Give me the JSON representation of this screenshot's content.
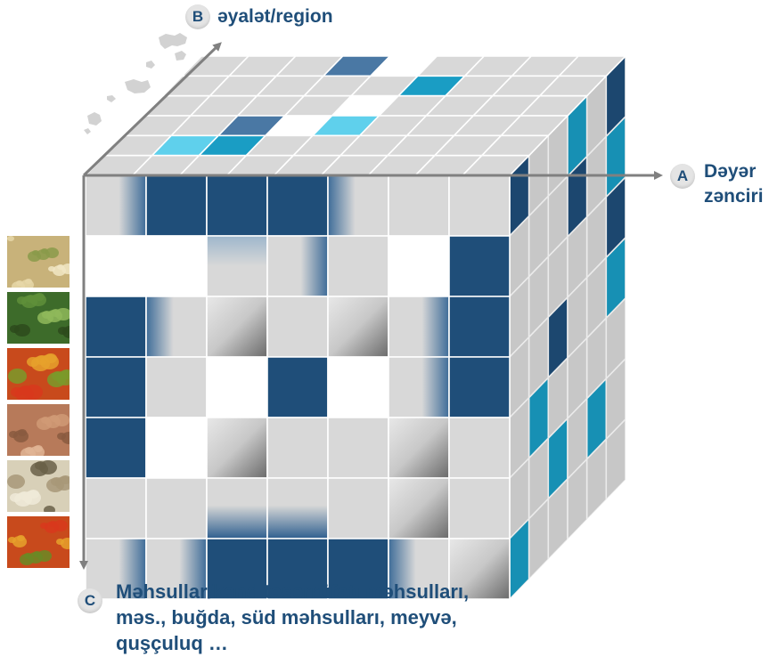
{
  "axes": {
    "a": {
      "letter": "A",
      "line1": "Dəyər",
      "line2": "zənciri"
    },
    "b": {
      "letter": "B",
      "label": "əyalət/region"
    },
    "c": {
      "letter": "C",
      "line1": "Məhsullar/kənd təsərrüfatı məhsulları,",
      "line2": "məs., buğda, süd məhsulları, meyvə,",
      "line3": "quşçuluq …"
    }
  },
  "colors": {
    "dark": "#1f4e79",
    "medium": "#4a78a4",
    "teal": "#1a9dc4",
    "light_teal": "#5fd0ec",
    "grey": "#d8d8d8",
    "grid_line": "#ffffff",
    "axis": "#808080",
    "label_text": "#1f4e79"
  },
  "product_icons": [
    "wheat-grain-icon",
    "corn-field-icon",
    "vegetables-icon",
    "potatoes-icon",
    "dairy-icon",
    "vegetables-icon"
  ],
  "front_face": [
    [
      "gl",
      "d",
      "d",
      "d",
      "gr",
      "g",
      "g"
    ],
    [
      "w",
      "w",
      "gt",
      "gl",
      "g",
      "w",
      "d"
    ],
    [
      "d",
      "gr",
      "gs",
      "g",
      "gs",
      "gl",
      "d"
    ],
    [
      "d",
      "g",
      "w",
      "d",
      "w",
      "gl",
      "d"
    ],
    [
      "d",
      "w",
      "gs",
      "g",
      "g",
      "gs",
      "g"
    ],
    [
      "g",
      "g",
      "gb",
      "gb",
      "g",
      "gs",
      "g"
    ],
    [
      "gl",
      "gl",
      "d",
      "d",
      "d",
      "gr",
      "gs"
    ]
  ],
  "top_face": [
    [
      "g",
      "g",
      "g",
      "m",
      "w",
      "g",
      "g",
      "g",
      "g"
    ],
    [
      "g",
      "g",
      "g",
      "g",
      "g",
      "t",
      "g",
      "g",
      "g"
    ],
    [
      "g",
      "g",
      "g",
      "g",
      "w",
      "g",
      "g",
      "g",
      "g"
    ],
    [
      "g",
      "g",
      "m",
      "w",
      "lt",
      "g",
      "g",
      "g",
      "g"
    ],
    [
      "g",
      "lt",
      "t",
      "g",
      "g",
      "g",
      "g",
      "g",
      "g"
    ],
    [
      "g",
      "g",
      "g",
      "g",
      "g",
      "g",
      "g",
      "g",
      "g"
    ]
  ],
  "right_face": [
    [
      "d",
      "g",
      "g",
      "t",
      "g",
      "d"
    ],
    [
      "g",
      "g",
      "g",
      "d",
      "g",
      "t"
    ],
    [
      "g",
      "g",
      "g",
      "g",
      "g",
      "d"
    ],
    [
      "g",
      "g",
      "d",
      "g",
      "g",
      "t"
    ],
    [
      "g",
      "t",
      "g",
      "g",
      "g",
      "g"
    ],
    [
      "g",
      "g",
      "t",
      "g",
      "t",
      "g"
    ],
    [
      "t",
      "g",
      "g",
      "g",
      "g",
      "g"
    ]
  ]
}
